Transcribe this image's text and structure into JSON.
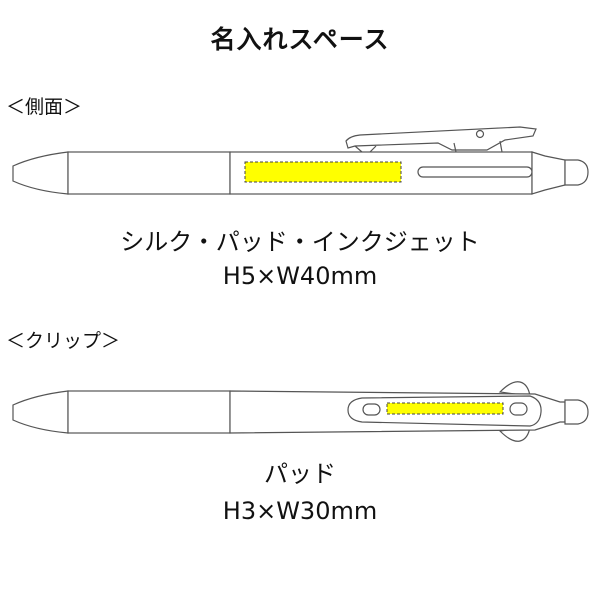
{
  "title": "名入れスペース",
  "sections": [
    {
      "label": "＜側面＞",
      "method": "シルク・パッド・インクジェット",
      "size": "H5×W40mm",
      "print_area_color": "#ffff00"
    },
    {
      "label": "＜クリップ＞",
      "method": "パッド",
      "size": "H3×W30mm",
      "print_area_color": "#ffff00"
    }
  ]
}
